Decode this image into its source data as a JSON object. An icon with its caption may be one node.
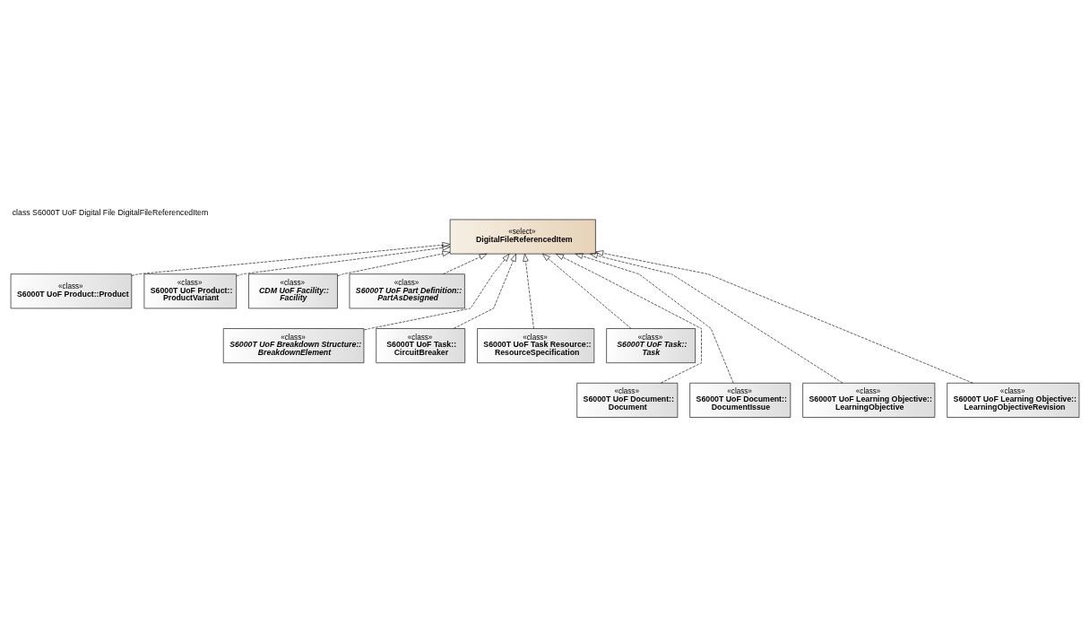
{
  "diagram": {
    "title": "class S6000T UoF Digital File DigitalFileReferencedItem",
    "nodes": [
      {
        "text": [
          "«select»",
          "DigitalFileReferencedItem"
        ]
      },
      {
        "text": [
          "«class»",
          "S6000T UoF Product::Product"
        ]
      },
      {
        "text": [
          "«class»",
          "S6000T UoF Product:: ProductVariant"
        ]
      },
      {
        "text": [
          "«class»",
          "CDM UoF Facility:: Facility"
        ]
      },
      {
        "text": [
          "«class»",
          "S6000T UoF Part Definition:: PartAsDesigned"
        ]
      },
      {
        "text": [
          "«class»",
          "S6000T UoF Breakdown Structure:: BreakdownElement"
        ]
      },
      {
        "text": [
          "«class»",
          "S6000T UoF Task:: CircuitBreaker"
        ]
      },
      {
        "text": [
          "«class»",
          "S6000T UoF Task Resource:: ResourceSpecification"
        ]
      },
      {
        "text": [
          "«class»",
          "S6000T UoF Task:: Task"
        ]
      },
      {
        "text": [
          "«class»",
          "S6000T UoF Document:: Document"
        ]
      },
      {
        "text": [
          "«class»",
          "S6000T UoF Document:: DocumentIssue"
        ]
      },
      {
        "text": [
          "«class»",
          "S6000T UoF Learning Objective:: LearningObjective"
        ]
      },
      {
        "text": [
          "«class»",
          "S6000T UoF Learning Objective:: LearningObjectiveRevision"
        ]
      }
    ],
    "edges": [
      {
        "from": 1,
        "to": 0,
        "arrow": "to",
        "style": "dashed"
      },
      {
        "from": 2,
        "to": 0,
        "arrow": "to",
        "style": "dashed"
      },
      {
        "from": 3,
        "to": 0,
        "arrow": "to",
        "style": "dashed"
      },
      {
        "from": 4,
        "to": 0,
        "arrow": "to",
        "style": "dashed"
      },
      {
        "from": 5,
        "to": 0,
        "arrow": "to",
        "style": "dashed"
      },
      {
        "from": 6,
        "to": 0,
        "arrow": "to",
        "style": "dashed"
      },
      {
        "from": 7,
        "to": 0,
        "arrow": "to",
        "style": "dashed"
      },
      {
        "from": 8,
        "to": 0,
        "arrow": "to",
        "style": "dashed"
      },
      {
        "from": 9,
        "to": 0,
        "arrow": "to",
        "style": "dashed"
      },
      {
        "from": 10,
        "to": 0,
        "arrow": "to",
        "style": "dashed"
      },
      {
        "from": 11,
        "to": 0,
        "arrow": "to",
        "style": "dashed"
      },
      {
        "from": 12,
        "to": 0,
        "arrow": "to",
        "style": "dashed"
      }
    ]
  }
}
